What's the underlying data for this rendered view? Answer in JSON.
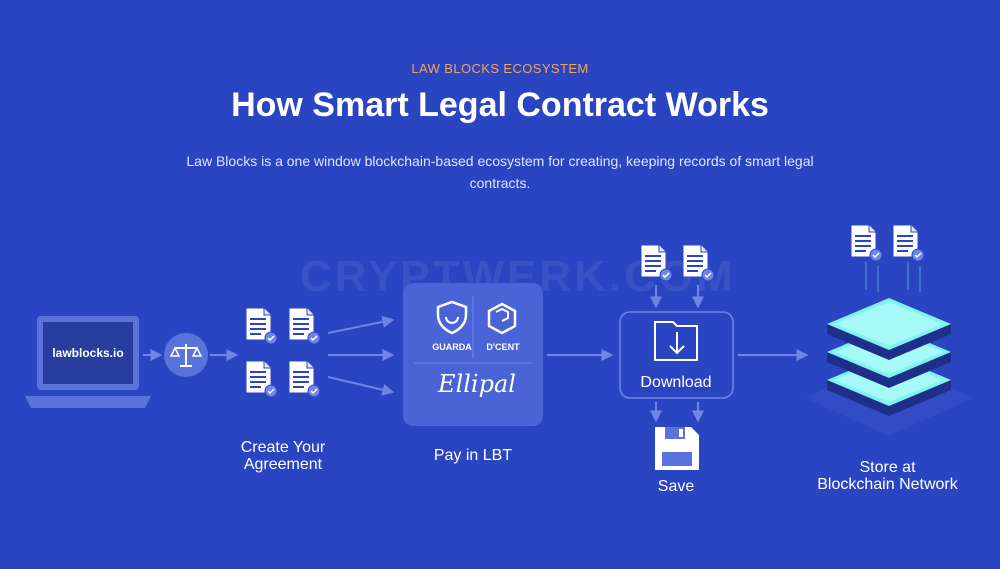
{
  "header": {
    "eyebrow": "LAW BLOCKS ECOSYSTEM",
    "title": "How Smart Legal Contract Works",
    "subtitle": "Law Blocks is a one window blockchain-based ecosystem for creating, keeping records of smart legal contracts."
  },
  "watermark": "CRYPTWERK.COM",
  "steps": {
    "laptop": {
      "screen_text": "lawblocks.io"
    },
    "agreement": {
      "label_line1": "Create Your",
      "label_line2": "Agreement"
    },
    "pay": {
      "label": "Pay in LBT",
      "wallets": [
        "GUARDA",
        "D'CENT",
        "Ellipal"
      ]
    },
    "download": {
      "label": "Download"
    },
    "save": {
      "label": "Save"
    },
    "store": {
      "label_line1": "Store at",
      "label_line2": "Blockchain Network"
    }
  },
  "colors": {
    "background": "#2a45c2",
    "eyebrow": "#f4a35a",
    "arrow": "#6f86e6",
    "card": "#4a64d8",
    "server_top": "#7ff3f0"
  }
}
